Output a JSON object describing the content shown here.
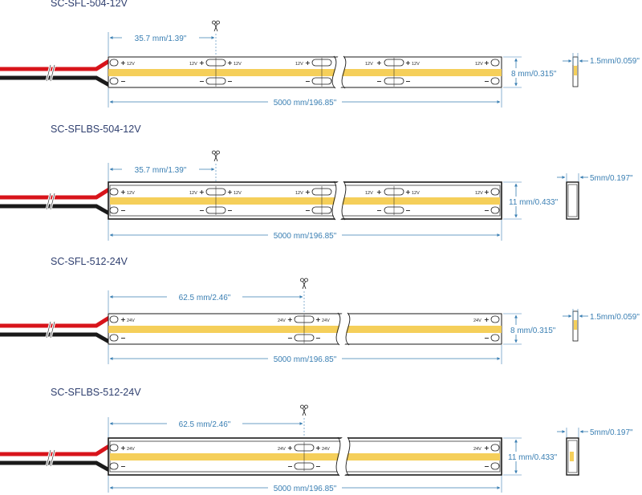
{
  "colors": {
    "title": "#2f3f6f",
    "dimension": "#3a7fb3",
    "led": "#f5cf5a",
    "wire_red": "#d8141b",
    "wire_black": "#1a1a1a",
    "outline": "#1a1a1a"
  },
  "icons": {
    "cut_mark": "scissors-icon",
    "wire_break": "break-icon"
  },
  "strips": [
    {
      "id": "sfl-504-12v",
      "title": "SC-SFL-504-12V",
      "variant": "flat",
      "voltage_label": "12V",
      "plus": "+",
      "minus": "−",
      "cut_spacing": "35.7 mm/1.39\"",
      "length": "5000 mm/196.85\"",
      "width": "8 mm/0.315\"",
      "thickness": "1.5mm/0.059\""
    },
    {
      "id": "sflbs-504-12v",
      "title": "SC-SFLBS-504-12V",
      "variant": "boxed",
      "voltage_label": "12V",
      "plus": "+",
      "minus": "−",
      "cut_spacing": "35.7 mm/1.39\"",
      "length": "5000 mm/196.85\"",
      "width": "11 mm/0.433\"",
      "thickness": "5mm/0.197\""
    },
    {
      "id": "sfl-512-24v",
      "title": "SC-SFL-512-24V",
      "variant": "flat",
      "voltage_label": "24V",
      "plus": "+",
      "minus": "−",
      "cut_spacing": "62.5 mm/2.46\"",
      "length": "5000 mm/196.85\"",
      "width": "8 mm/0.315\"",
      "thickness": "1.5mm/0.059\""
    },
    {
      "id": "sflbs-512-24v",
      "title": "SC-SFLBS-512-24V",
      "variant": "boxed",
      "voltage_label": "24V",
      "plus": "+",
      "minus": "−",
      "cut_spacing": "62.5 mm/2.46\"",
      "length": "5000 mm/196.85\"",
      "width": "11 mm/0.433\"",
      "thickness": "5mm/0.197\""
    }
  ]
}
